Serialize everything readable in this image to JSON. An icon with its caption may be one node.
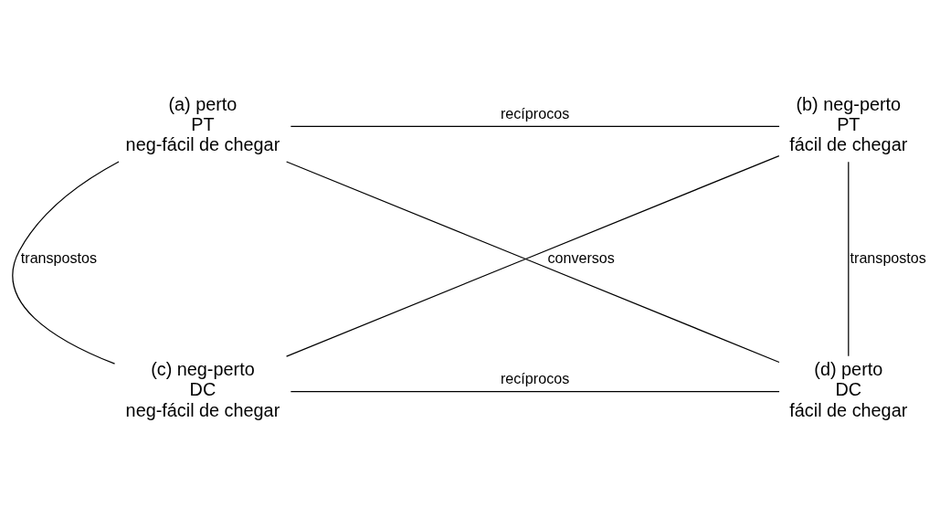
{
  "diagram": {
    "nodes": [
      {
        "text": [
          "(a) perto",
          "PT",
          "neg-fácil de chegar"
        ]
      },
      {
        "text": [
          "(b) neg-perto",
          "PT",
          "fácil de chegar"
        ]
      },
      {
        "text": [
          "(c) neg-perto",
          "DC",
          "neg-fácil de chegar"
        ]
      },
      {
        "text": [
          "(d) perto",
          "DC",
          "fácil de chegar"
        ]
      }
    ],
    "edges": [
      {
        "from": 0,
        "to": 1,
        "arrow": "none",
        "label": "recíprocos"
      },
      {
        "from": 0,
        "to": 2,
        "arrow": "none",
        "label": "transpostos"
      },
      {
        "from": 0,
        "to": 3,
        "arrow": "none",
        "label": "conversos"
      },
      {
        "from": 1,
        "to": 2,
        "arrow": "none"
      },
      {
        "from": 1,
        "to": 3,
        "arrow": "none",
        "label": "transpostos"
      },
      {
        "from": 2,
        "to": 3,
        "arrow": "none",
        "label": "recíprocos"
      }
    ]
  }
}
